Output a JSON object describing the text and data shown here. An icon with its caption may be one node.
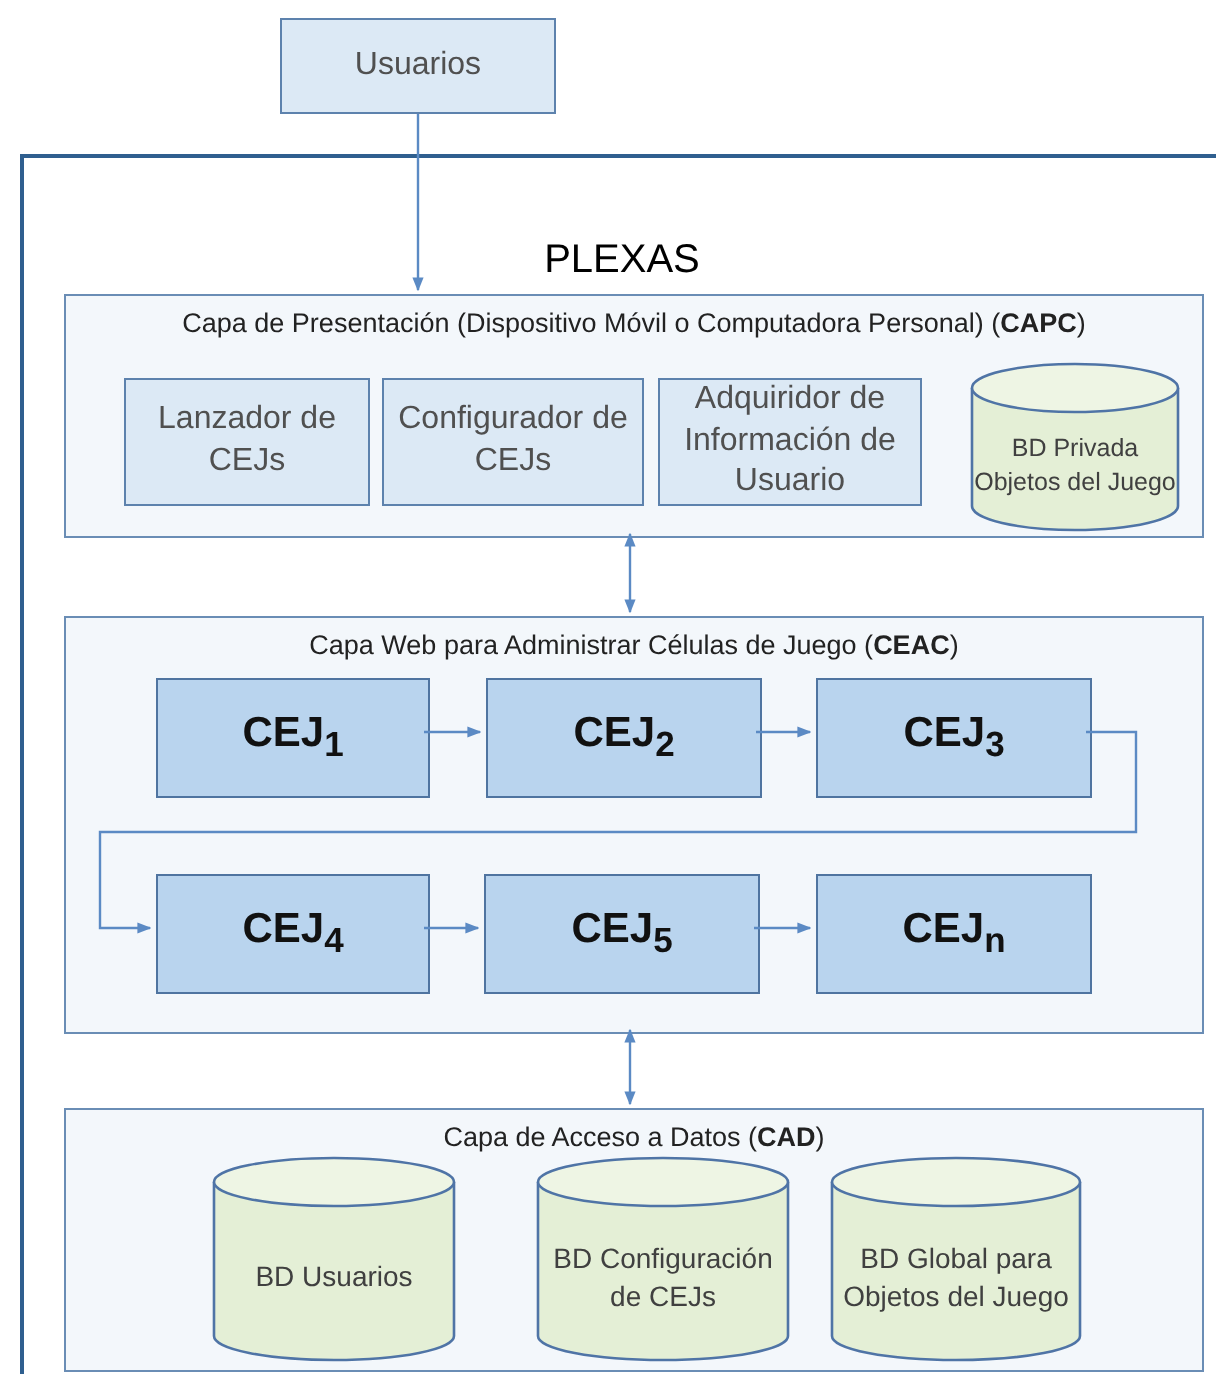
{
  "diagram": {
    "nodes": [
      {
        "text": [
          "Usuarios"
        ]
      },
      {
        "text": [
          "PLEXAS"
        ]
      },
      {
        "text": [
          "Capa de Presentación (Dispositivo Móvil o Computadora Personal) (**CAPC**)"
        ],
        "in": 1
      },
      {
        "text": [
          "Lanzador de CEJs"
        ],
        "in": 2
      },
      {
        "text": [
          "Configurador de CEJs"
        ],
        "in": 2
      },
      {
        "text": [
          "Adquiridor de Información de Usuario"
        ],
        "in": 2
      },
      {
        "text": [
          "BD Privada Objetos del Juego"
        ],
        "in": 2
      },
      {
        "text": [
          "Capa Web para Administrar Células de Juego (**CEAC**)"
        ],
        "in": 1
      },
      {
        "text": [
          "CEJ$_{1}$"
        ],
        "in": 7
      },
      {
        "text": [
          "CEJ$_{2}$"
        ],
        "in": 7
      },
      {
        "text": [
          "CEJ$_{3}$"
        ],
        "in": 7
      },
      {
        "text": [
          "CEJ$_{4}$"
        ],
        "in": 7
      },
      {
        "text": [
          "CEJ$_{5}$"
        ],
        "in": 7
      },
      {
        "text": [
          "CEJ$_{n}$"
        ],
        "in": 7
      },
      {
        "text": [
          "Capa de Acceso a Datos (**CAD**)"
        ],
        "in": 1
      },
      {
        "text": [
          "BD Usuarios"
        ],
        "in": 14
      },
      {
        "text": [
          "BD Configuración de CEJs"
        ],
        "in": 14
      },
      {
        "text": [
          "BD Global para Objetos del Juego"
        ],
        "in": 14
      }
    ],
    "edges": [
      {
        "from": 0,
        "to": 2,
        "arrow": "to"
      },
      {
        "from": 2,
        "to": 7,
        "arrow": "both"
      },
      {
        "from": 8,
        "to": 9,
        "arrow": "to"
      },
      {
        "from": 9,
        "to": 10,
        "arrow": "to"
      },
      {
        "from": 10,
        "to": 11,
        "arrow": "to"
      },
      {
        "from": 11,
        "to": 12,
        "arrow": "to"
      },
      {
        "from": 12,
        "to": 13,
        "arrow": "to"
      },
      {
        "from": 7,
        "to": 14,
        "arrow": "both"
      }
    ]
  }
}
